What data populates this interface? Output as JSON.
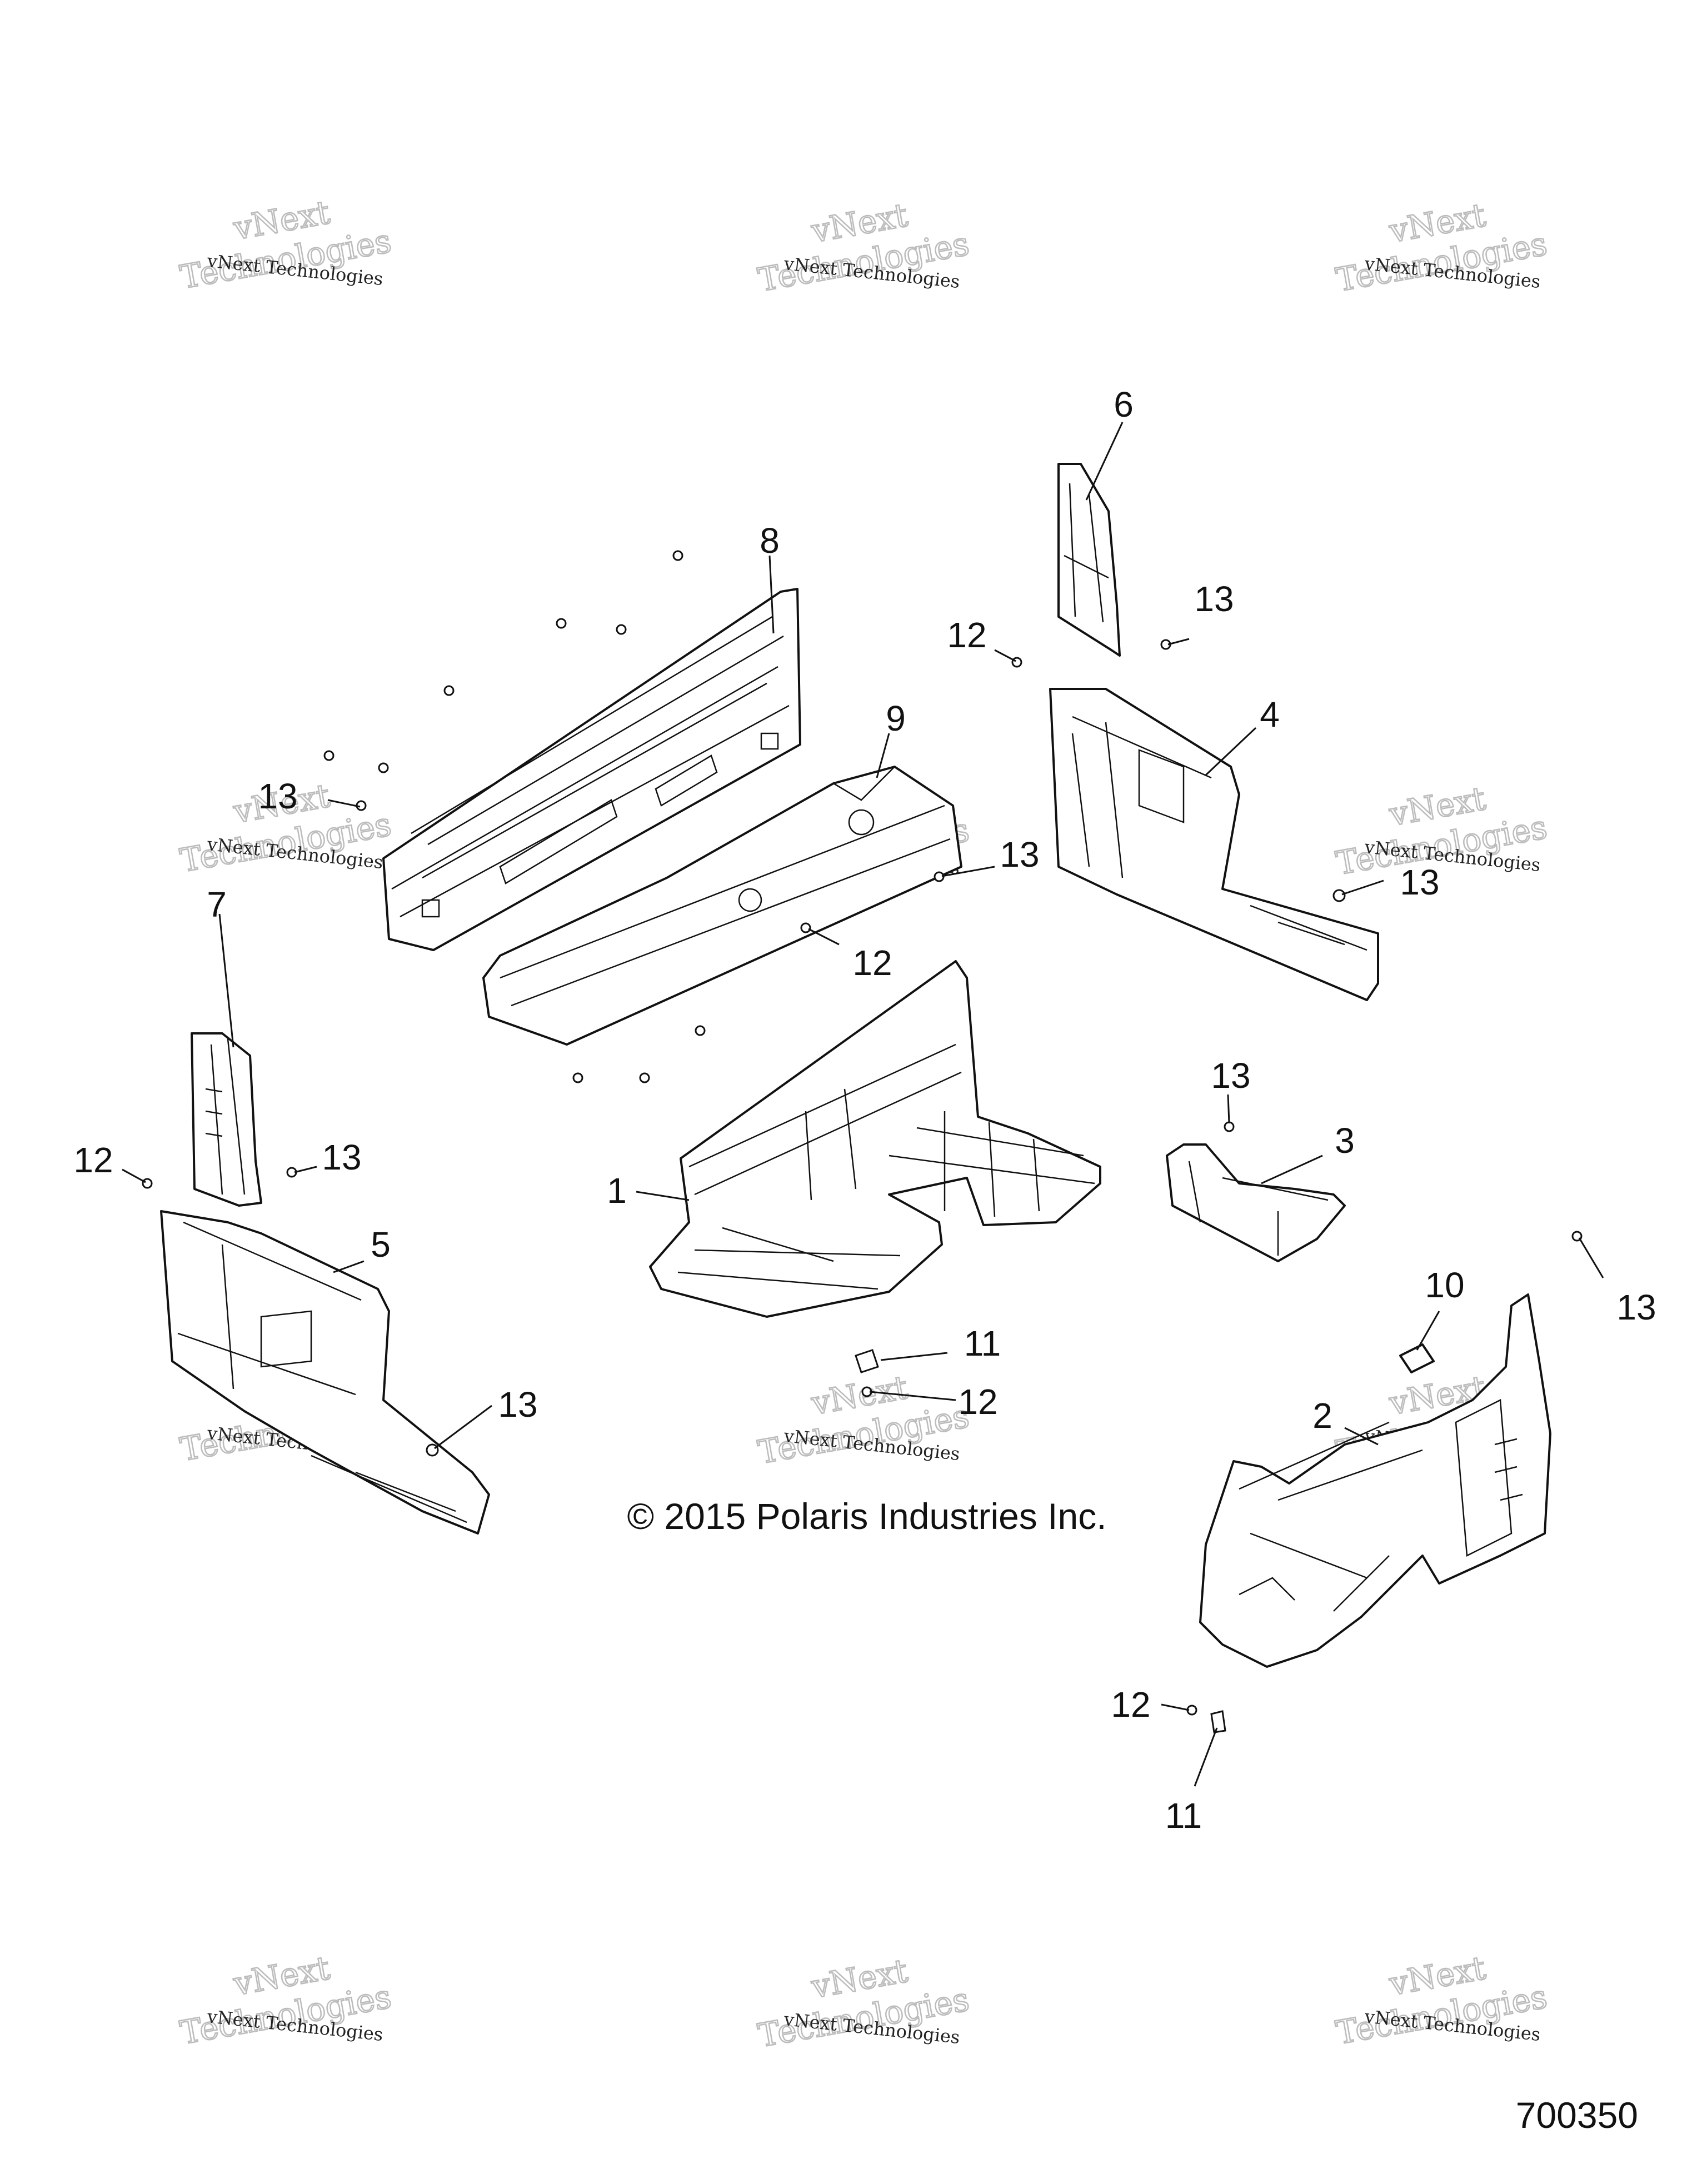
{
  "diagram": {
    "copyright": "© 2015 Polaris Industries Inc.",
    "document_number": "700350",
    "watermark": {
      "line1": "vNext Technologies",
      "line2": "vNext",
      "line3": "Technologies"
    },
    "callouts": [
      {
        "id": "c1",
        "label": "1"
      },
      {
        "id": "c2",
        "label": "2"
      },
      {
        "id": "c3",
        "label": "3"
      },
      {
        "id": "c4",
        "label": "4"
      },
      {
        "id": "c5",
        "label": "5"
      },
      {
        "id": "c6",
        "label": "6"
      },
      {
        "id": "c7",
        "label": "7"
      },
      {
        "id": "c8",
        "label": "8"
      },
      {
        "id": "c9",
        "label": "9"
      },
      {
        "id": "c10",
        "label": "10"
      },
      {
        "id": "c11a",
        "label": "11"
      },
      {
        "id": "c11b",
        "label": "11"
      },
      {
        "id": "c12a",
        "label": "12"
      },
      {
        "id": "c12b",
        "label": "12"
      },
      {
        "id": "c12c",
        "label": "12"
      },
      {
        "id": "c12d",
        "label": "12"
      },
      {
        "id": "c12e",
        "label": "12"
      },
      {
        "id": "c13a",
        "label": "13"
      },
      {
        "id": "c13b",
        "label": "13"
      },
      {
        "id": "c13c",
        "label": "13"
      },
      {
        "id": "c13d",
        "label": "13"
      },
      {
        "id": "c13e",
        "label": "13"
      },
      {
        "id": "c13f",
        "label": "13"
      },
      {
        "id": "c13g",
        "label": "13"
      },
      {
        "id": "c13h",
        "label": "13"
      }
    ]
  }
}
